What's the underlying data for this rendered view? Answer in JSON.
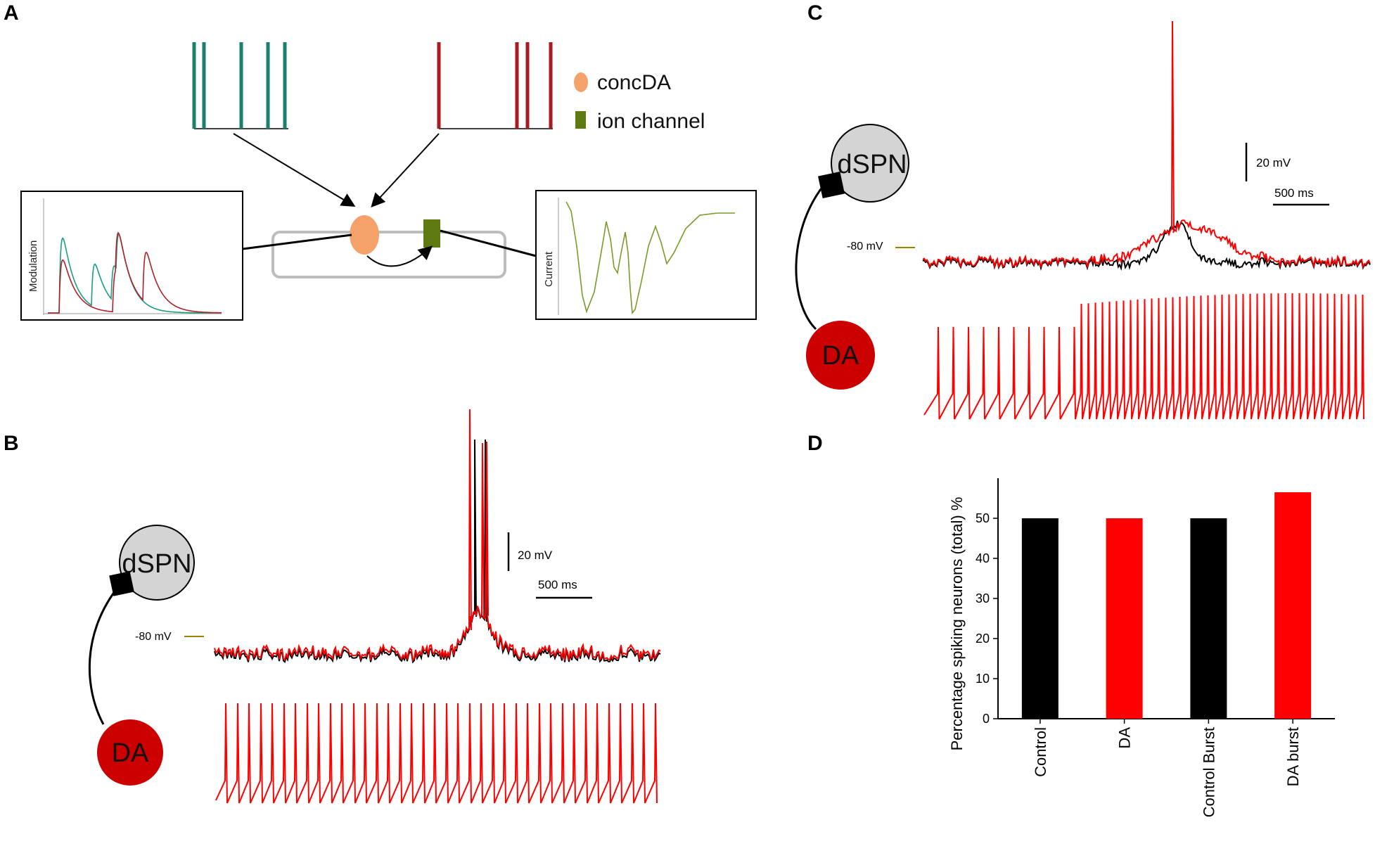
{
  "figure": {
    "panels": {
      "a": "A",
      "b": "B",
      "c": "C",
      "d": "D"
    },
    "colors": {
      "green_train": "#1a7f6b",
      "red_train": "#a81b22",
      "concda": "#f5a26a",
      "ion_channel": "#5e7a10",
      "trace_red": "#ff0000",
      "trace_black": "#000000",
      "cell_grey": "#d4d4d4",
      "da_red": "#cc0000",
      "mv_marker": "#a08000"
    },
    "panel_a": {
      "legend": {
        "concda": "concDA",
        "ion_channel": "ion channel"
      },
      "left_box_ylabel": "Modulation",
      "right_box_ylabel": "Current"
    },
    "panel_b": {
      "cell_top": "dSPN",
      "cell_bottom": "DA",
      "resting_label": "-80 mV",
      "scale_v": "20 mV",
      "scale_t": "500 ms"
    },
    "panel_c": {
      "cell_top": "dSPN",
      "cell_bottom": "DA",
      "resting_label": "-80 mV",
      "scale_v": "20 mV",
      "scale_t": "500 ms"
    }
  },
  "chart_data": {
    "type": "bar",
    "categories": [
      "Control",
      "DA",
      "Control Burst",
      "DA burst"
    ],
    "values": [
      50,
      50,
      50,
      56.5
    ],
    "bar_colors": [
      "#000000",
      "#ff0000",
      "#000000",
      "#ff0000"
    ],
    "ylabel": "Percentage spiking neurons (total) %",
    "xlabel": "",
    "ylim": [
      0,
      60
    ],
    "yticks": [
      0,
      10,
      20,
      30,
      40,
      50
    ],
    "grid": false
  }
}
